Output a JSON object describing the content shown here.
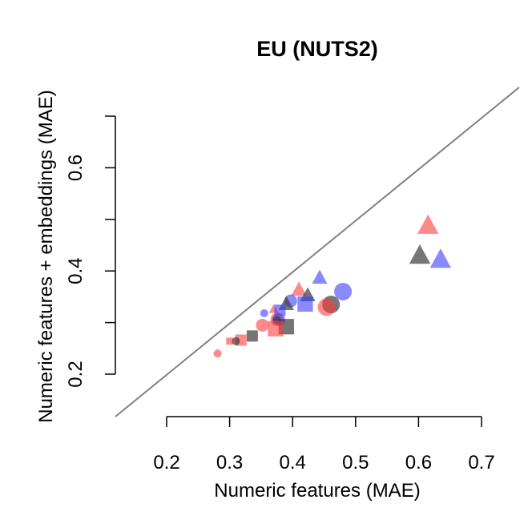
{
  "chart_data": {
    "type": "scatter",
    "title": "EU (NUTS2)",
    "xlabel": "Numeric features (MAE)",
    "ylabel": "Numeric features + embeddings (MAE)",
    "xlim": [
      0.2,
      0.7
    ],
    "ylim": [
      0.2,
      0.7
    ],
    "x_ticks": [
      "0.2",
      "0.3",
      "0.4",
      "0.5",
      "0.6",
      "0.7"
    ],
    "y_ticks": [
      "0.2",
      "0.4",
      "0.6"
    ],
    "y_tick_values": [
      0.2,
      0.4,
      0.6
    ],
    "x_tick_values": [
      0.2,
      0.3,
      0.4,
      0.5,
      0.6,
      0.7
    ],
    "reference_line": "y = x",
    "grid": false,
    "colors": {
      "red": "rgba(255,60,60,0.6)",
      "blue": "rgba(60,60,255,0.6)",
      "gray": "rgba(60,60,60,0.7)",
      "reference": "#808080"
    },
    "points": [
      {
        "x": 0.615,
        "y": 0.488,
        "shape": "triangle",
        "color": "red",
        "size": "large"
      },
      {
        "x": 0.602,
        "y": 0.43,
        "shape": "triangle",
        "color": "gray",
        "size": "large"
      },
      {
        "x": 0.635,
        "y": 0.422,
        "shape": "triangle",
        "color": "blue",
        "size": "large"
      },
      {
        "x": 0.443,
        "y": 0.387,
        "shape": "triangle",
        "color": "blue",
        "size": "medium"
      },
      {
        "x": 0.41,
        "y": 0.364,
        "shape": "triangle",
        "color": "red",
        "size": "medium"
      },
      {
        "x": 0.424,
        "y": 0.353,
        "shape": "triangle",
        "color": "gray",
        "size": "medium"
      },
      {
        "x": 0.48,
        "y": 0.36,
        "shape": "circle",
        "color": "blue",
        "size": "large"
      },
      {
        "x": 0.461,
        "y": 0.335,
        "shape": "circle",
        "color": "gray",
        "size": "large"
      },
      {
        "x": 0.454,
        "y": 0.33,
        "shape": "circle",
        "color": "red",
        "size": "large"
      },
      {
        "x": 0.397,
        "y": 0.342,
        "shape": "circle",
        "color": "blue",
        "size": "medium"
      },
      {
        "x": 0.39,
        "y": 0.336,
        "shape": "triangle",
        "color": "gray",
        "size": "medium"
      },
      {
        "x": 0.37,
        "y": 0.326,
        "shape": "triangle",
        "color": "red",
        "size": "small"
      },
      {
        "x": 0.355,
        "y": 0.318,
        "shape": "circle",
        "color": "blue",
        "size": "small"
      },
      {
        "x": 0.38,
        "y": 0.324,
        "shape": "square",
        "color": "blue",
        "size": "medium"
      },
      {
        "x": 0.42,
        "y": 0.336,
        "shape": "square",
        "color": "blue",
        "size": "large"
      },
      {
        "x": 0.375,
        "y": 0.306,
        "shape": "circle",
        "color": "red",
        "size": "medium"
      },
      {
        "x": 0.378,
        "y": 0.306,
        "shape": "circle",
        "color": "blue",
        "size": "medium"
      },
      {
        "x": 0.375,
        "y": 0.305,
        "shape": "circle",
        "color": "gray",
        "size": "small"
      },
      {
        "x": 0.352,
        "y": 0.295,
        "shape": "circle",
        "color": "red",
        "size": "medium"
      },
      {
        "x": 0.39,
        "y": 0.292,
        "shape": "square",
        "color": "gray",
        "size": "large"
      },
      {
        "x": 0.373,
        "y": 0.288,
        "shape": "square",
        "color": "red",
        "size": "large"
      },
      {
        "x": 0.336,
        "y": 0.274,
        "shape": "square",
        "color": "gray",
        "size": "medium"
      },
      {
        "x": 0.318,
        "y": 0.266,
        "shape": "square",
        "color": "red",
        "size": "medium"
      },
      {
        "x": 0.3,
        "y": 0.264,
        "shape": "square",
        "color": "red",
        "size": "small"
      },
      {
        "x": 0.31,
        "y": 0.264,
        "shape": "circle",
        "color": "gray",
        "size": "small"
      },
      {
        "x": 0.281,
        "y": 0.24,
        "shape": "circle",
        "color": "red",
        "size": "small"
      }
    ]
  }
}
